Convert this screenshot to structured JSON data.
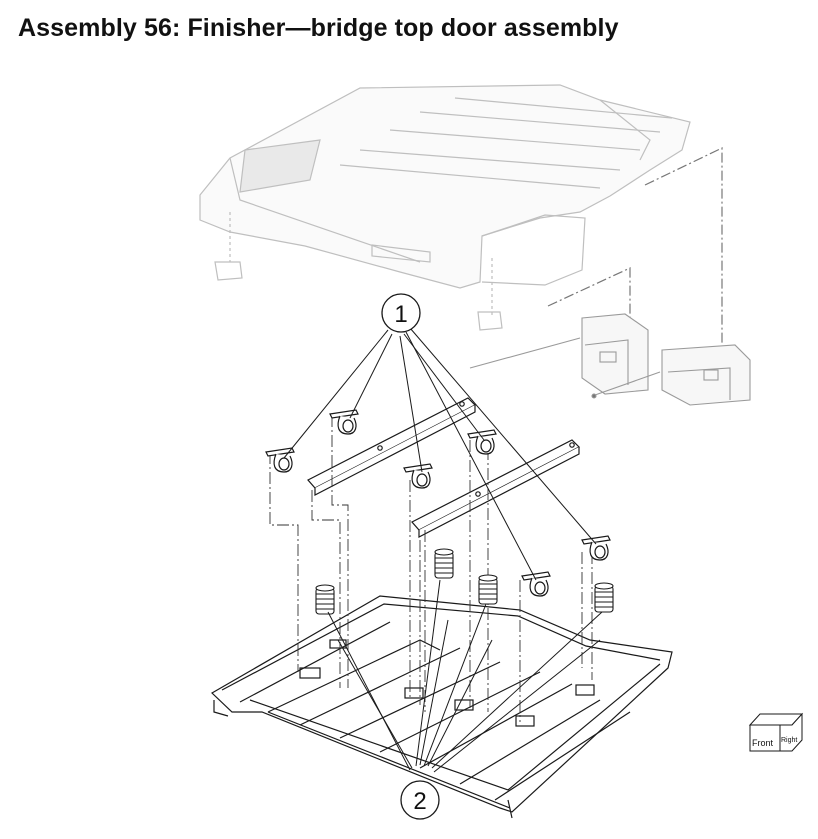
{
  "title": "Assembly 56:  Finisher—bridge top door assembly",
  "callouts": [
    {
      "id": "1",
      "label": "1"
    },
    {
      "id": "2",
      "label": "2"
    }
  ],
  "orientation_cube": {
    "front": "Front",
    "right": "Right"
  },
  "icons": {
    "orientation": "orientation-cube-icon"
  }
}
